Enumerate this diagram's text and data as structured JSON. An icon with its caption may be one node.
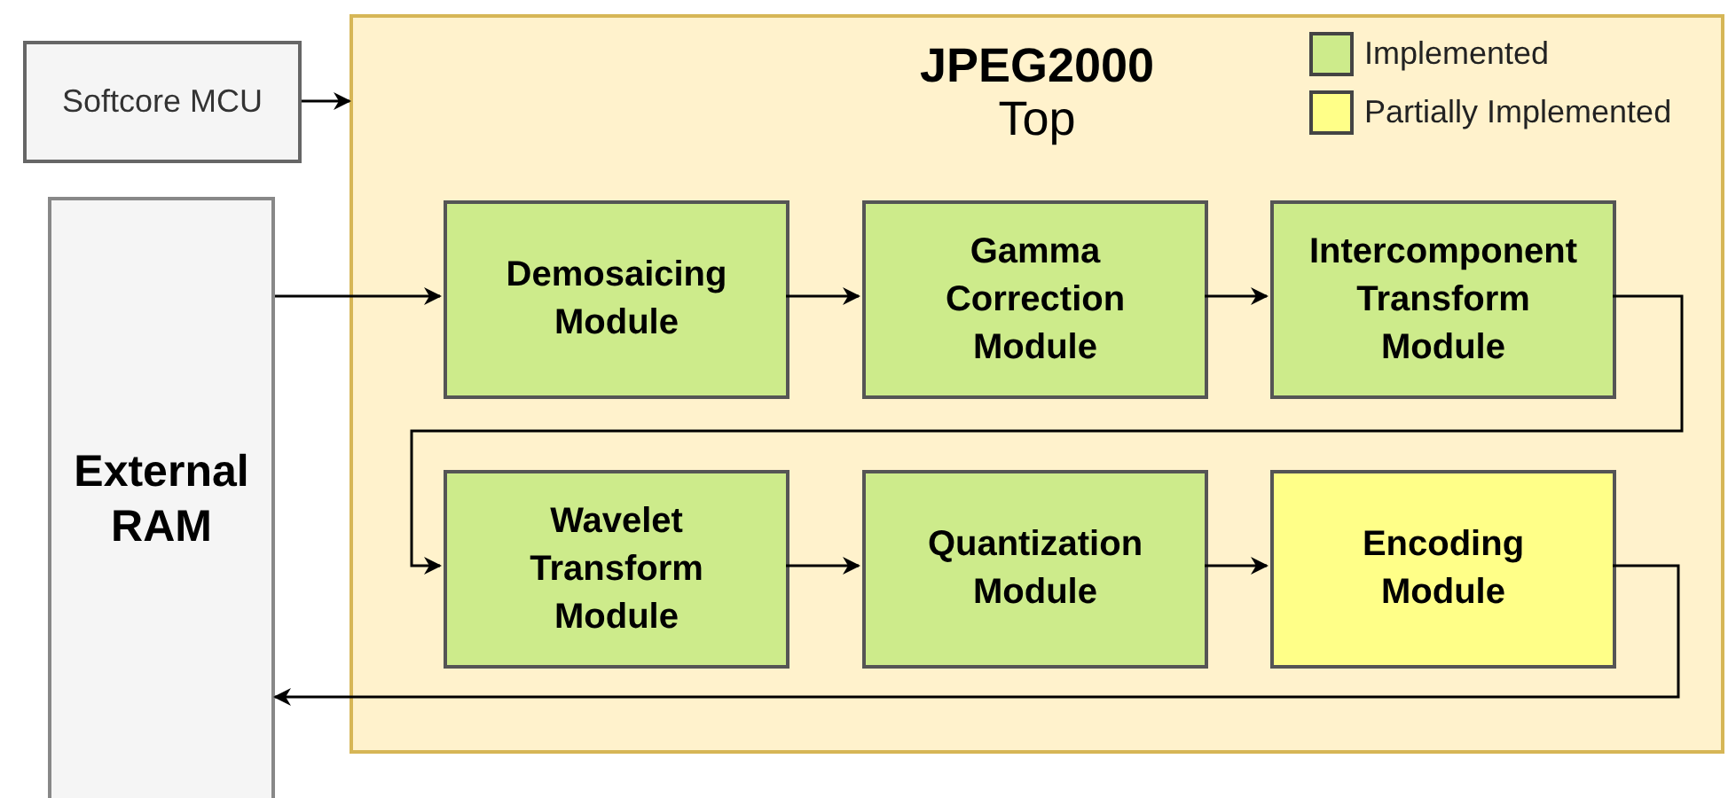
{
  "diagram": {
    "nodes": [
      {
        "text": [
          "Softcore MCU"
        ]
      },
      {
        "text": [
          "External RAM"
        ]
      },
      {
        "text": [
          "JPEG2000",
          "Top"
        ]
      },
      {
        "text": [
          "Demosaicing Module"
        ],
        "in": 2
      },
      {
        "text": [
          "Gamma Correction Module"
        ],
        "in": 2
      },
      {
        "text": [
          "Intercomponent Transform Module"
        ],
        "in": 2
      },
      {
        "text": [
          "Wavelet Transform Module"
        ],
        "in": 2
      },
      {
        "text": [
          "Quantization Module"
        ],
        "in": 2
      },
      {
        "text": [
          "Encoding Module"
        ],
        "in": 2
      }
    ],
    "edges": [
      {
        "from": 0,
        "to": 2,
        "arrow": "to"
      },
      {
        "from": 1,
        "to": 3,
        "arrow": "to"
      },
      {
        "from": 3,
        "to": 4,
        "arrow": "to"
      },
      {
        "from": 4,
        "to": 5,
        "arrow": "to"
      },
      {
        "from": 5,
        "to": 6,
        "arrow": "to"
      },
      {
        "from": 6,
        "to": 7,
        "arrow": "to"
      },
      {
        "from": 7,
        "to": 8,
        "arrow": "to"
      },
      {
        "from": 8,
        "to": 1,
        "arrow": "to"
      }
    ],
    "legend": [
      {
        "text": "Implemented",
        "color": "#cdeb8b"
      },
      {
        "text": "Partially Implemented",
        "color": "#ffff88"
      }
    ]
  }
}
